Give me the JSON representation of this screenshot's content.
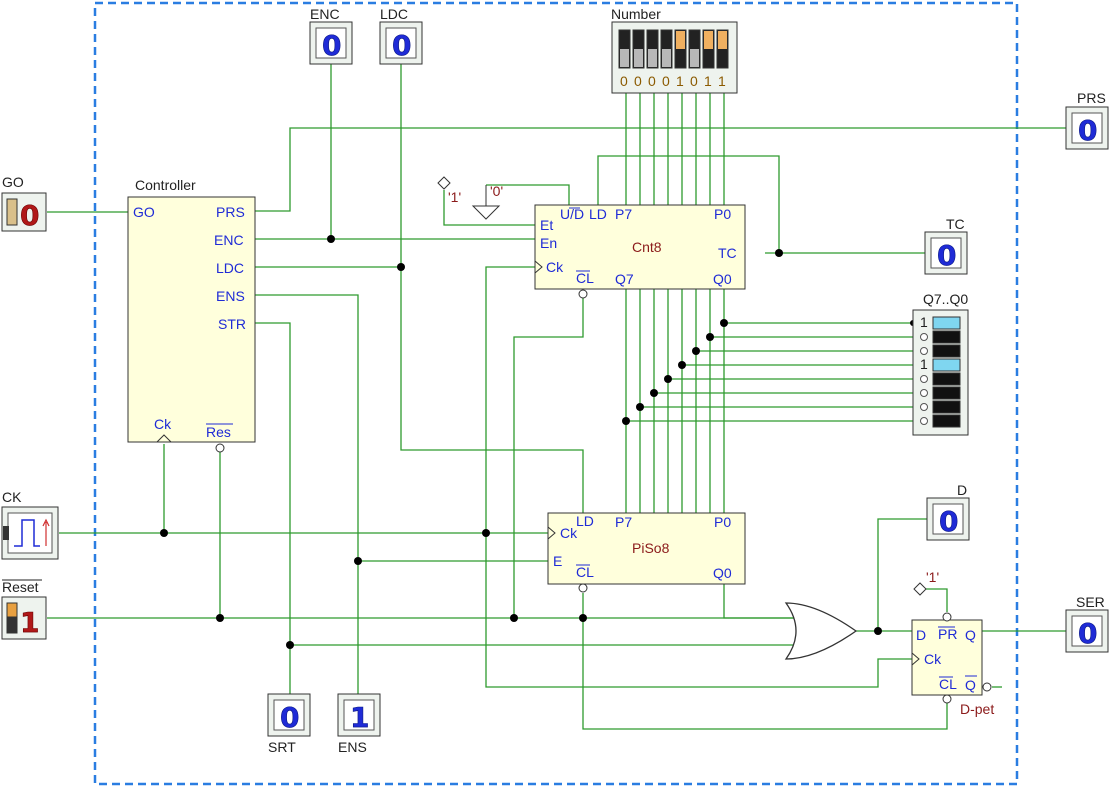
{
  "io": {
    "go_label": "GO",
    "go_value": "0",
    "ck_label": "CK",
    "reset_label": "Reset",
    "reset_value": "1",
    "enc_label": "ENC",
    "enc_value": "0",
    "ldc_label": "LDC",
    "ldc_value": "0",
    "prs_label": "PRS",
    "prs_value": "0",
    "tc_label": "TC",
    "tc_value": "0",
    "d_label": "D",
    "d_value": "0",
    "ser_label": "SER",
    "ser_value": "0",
    "srt_label": "SRT",
    "srt_value": "0",
    "ens_label": "ENS",
    "ens_value": "1"
  },
  "number_switch": {
    "label": "Number",
    "bits": [
      "0",
      "0",
      "0",
      "0",
      "1",
      "0",
      "1",
      "1"
    ]
  },
  "q_display": {
    "label": "Q7..Q0",
    "bits": [
      "1",
      "0",
      "0",
      "1",
      "0",
      "0",
      "0",
      "0"
    ]
  },
  "controller": {
    "title": "Controller",
    "in_go": "GO",
    "out_prs": "PRS",
    "out_enc": "ENC",
    "out_ldc": "LDC",
    "out_ens": "ENS",
    "out_str": "STR",
    "ck": "Ck",
    "res": "Res"
  },
  "cnt8": {
    "name": "Cnt8",
    "et": "Et",
    "en": "En",
    "ck": "Ck",
    "ud": "U/D",
    "ld": "LD",
    "p7": "P7",
    "p0": "P0",
    "tc": "TC",
    "cl": "CL",
    "q7": "Q7",
    "q0": "Q0",
    "const_one": "'1'",
    "const_zero": "'0'"
  },
  "piso8": {
    "name": "PiSo8",
    "ck": "Ck",
    "ld": "LD",
    "e": "E",
    "p7": "P7",
    "p0": "P0",
    "cl": "CL",
    "q0": "Q0"
  },
  "dff": {
    "name": "D-pet",
    "d": "D",
    "pr": "PR",
    "q": "Q",
    "ck": "Ck",
    "cl": "CL",
    "qn": "Q",
    "const_one": "'1'"
  }
}
